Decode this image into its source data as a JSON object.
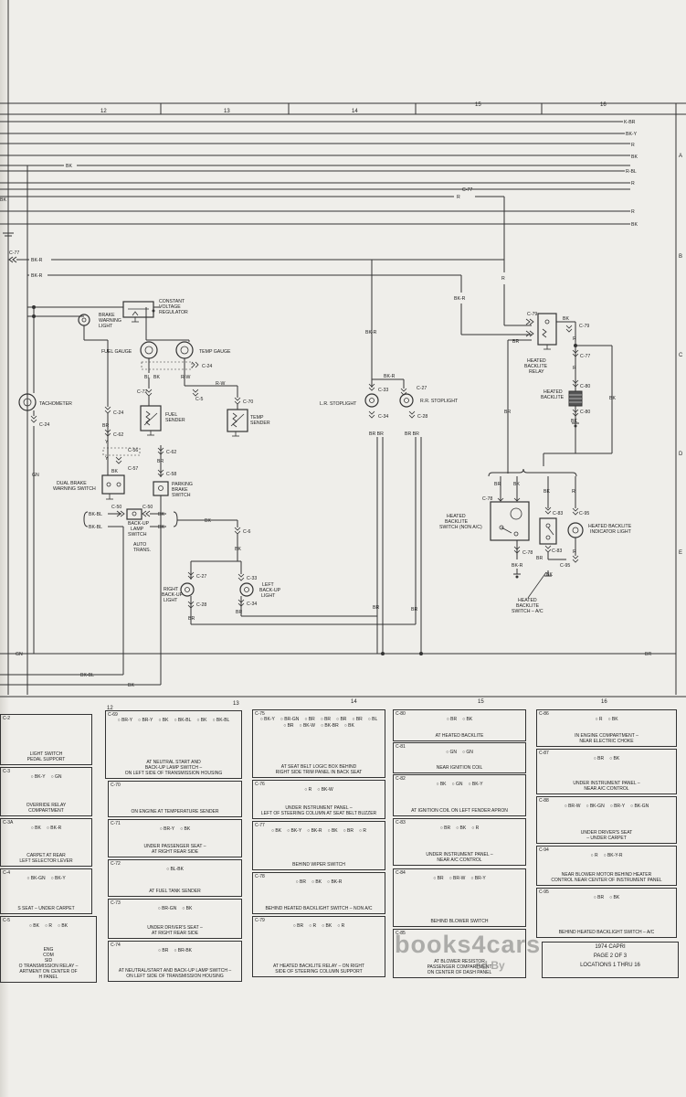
{
  "column_numbers": [
    "12",
    "13",
    "14",
    "15",
    "16"
  ],
  "bottom_column_numbers": [
    "12",
    "13",
    "14",
    "15",
    "16"
  ],
  "row_letters": [
    "A",
    "B",
    "C",
    "D",
    "E"
  ],
  "wire_labels": {
    "kbr": "K-BR",
    "bky": "BK-Y",
    "r1": "R",
    "bk1": "BK",
    "rbl": "R-BL",
    "r2": "R",
    "bk_left": "BK",
    "r_c77": "R",
    "c77_top": "C-77",
    "r3": "R",
    "bk2": "BK",
    "c77_left": "C-77",
    "bkr1": "BK-R",
    "bkr2": "BK-R",
    "bkr_v": "BK-R",
    "r_v": "R",
    "gn": "GN",
    "br_bottom": "BR",
    "gn_bottom": "GN",
    "bkbl_bottom": "BK-BL",
    "bk_bottom": "BK",
    "bk_rel": "BK",
    "bk_right": "BK",
    "br_rel": "BR",
    "br_c78": "BR"
  },
  "components": {
    "cvr": "CONSTANT\nVOLTAGE\nREGULATOR",
    "brake_light": "BRAKE\nWARNING\nLIGHT",
    "fuel_gauge": "FUEL GAUGE",
    "temp_gauge": "TEMP GAUGE",
    "tach": "TACHOMETER",
    "fuel_sender": "FUEL\nSENDER",
    "temp_sender": "TEMP\nSENDER",
    "dual_brake": "DUAL BRAKE\nWARNING SWITCH",
    "parking_brake": "PARKING\nBRAKE\nSWITCH",
    "backup_switch": "BACK-UP\nLAMP\nSWITCH",
    "auto_trans": "AUTO\nTRANS.",
    "right_backup": "RIGHT\nBACK-UP\nLIGHT",
    "left_backup": "LEFT\nBACK-UP\nLIGHT",
    "lr_stop": "L.R. STOPLIGHT",
    "rr_stop": "R.R. STOPLIGHT",
    "heated_relay": "HEATED\nBACKLITE\nRELAY",
    "heated_backlite": "HEATED\nBACKLITE",
    "hb_switch_nonac": "HEATED\nBACKLITE\nSWITCH (NON A/C)",
    "hb_indicator": "HEATED BACKLITE\nINDICATOR LIGHT",
    "hb_switch_ac": "HEATED\nBACKLITE\nSWITCH – A/C"
  },
  "connectors": {
    "c24a": "C-24",
    "c24b": "C-24",
    "c24c": "C-24",
    "c72": "C-72",
    "c5": "C-5",
    "c70": "C-70",
    "c62a": "C-62",
    "c62b": "C-62",
    "c56": "C-56",
    "c57": "C-57",
    "c58": "C-58",
    "c50a": "C-50",
    "c50b": "C-50",
    "c6": "C-6",
    "c27a": "C-27",
    "c28a": "C-28",
    "c33a": "C-33",
    "c34a": "C-34",
    "c33b": "C-33",
    "c34b": "C-34",
    "c27b": "C-27",
    "c28b": "C-28",
    "c79a": "C-79",
    "c79b": "C-79",
    "c77": "C-77",
    "c80a": "C-80",
    "c80b": "C-80",
    "c78a": "C-78",
    "c78b": "C-78",
    "c83a": "C-83",
    "c83b": "C-83",
    "c95a": "C-95",
    "c95b": "C-95"
  },
  "misc_labels": {
    "br1": "BR",
    "br2": "BR",
    "y1": "Y",
    "y2": "Y",
    "bl1": "BL",
    "bk_fg": "BK",
    "rw": "R-W",
    "rw2": "R-W",
    "bk_dbw": "BK",
    "bkbl1": "BK-BL",
    "bkbl2": "BK-BL",
    "bk_c50a": "BK",
    "bk_c50b": "BK",
    "bk_c6": "BK",
    "bk_c6b": "BK",
    "br_rb": "BR",
    "br_lb": "BR",
    "bkr_stop": "BK-R",
    "bkr_stop2": "BK-R",
    "brbr1": "BR BR",
    "brbr2": "BR BR",
    "br_lstop": "BR",
    "br_rstop": "BR",
    "bk_c79": "BK",
    "br_c79": "BR",
    "r_c79": "R",
    "r_c77": "R",
    "r_c80": "R",
    "bk_c80": "BK",
    "br_hb": "BR",
    "bk_hb": "BK",
    "bkr_c78": "BK-R",
    "bk_c83": "BK",
    "r_c95": "R",
    "br_c83": "BR",
    "r_c95b": "R",
    "bk_ac": "BK"
  },
  "locator_boxes": [
    {
      "id": "C-2",
      "lines": [
        "LIGHT SWITCH",
        "PEDAL SUPPORT"
      ],
      "pins": []
    },
    {
      "id": "C-3",
      "lines": [
        "OVERRIDE RELAY",
        "COMPARTMENT"
      ],
      "pins": [
        "BK-Y",
        "GN"
      ]
    },
    {
      "id": "C-3A",
      "lines": [
        "CARPET AT REAR",
        "LEFT SELECTOR LEVER"
      ],
      "pins": [
        "BK",
        "BK-R"
      ]
    },
    {
      "id": "C-4",
      "lines": [
        "S SEAT – UNDER CARPET"
      ],
      "pins": [
        "BK-GN",
        "BK-Y"
      ]
    },
    {
      "id": "C-5",
      "lines": [
        "ENG",
        "COM",
        "SID",
        "O TRANSMISSION RELAY –",
        "ARTMENT ON CENTER OF",
        "H PANEL"
      ],
      "pins": [
        "BK",
        "R",
        "BK"
      ]
    },
    {
      "id": "C-69",
      "lines": [
        "AT NEUTRAL START AND",
        "BACK-UP LAMP SWITCH –",
        "ON LEFT SIDE OF TRANSMISSION HOUSING"
      ],
      "pins": [
        "BR-Y",
        "BR-Y",
        "BK",
        "BK-BL",
        "BK",
        "BK-BL"
      ]
    },
    {
      "id": "C-70",
      "lines": [
        "ON ENGINE AT TEMPERATURE SENDER"
      ],
      "pins": []
    },
    {
      "id": "C-71",
      "lines": [
        "UNDER PASSENGER SEAT –",
        "AT RIGHT REAR SIDE"
      ],
      "pins": [
        "BR-Y",
        "BK"
      ]
    },
    {
      "id": "C-72",
      "lines": [
        "AT FUEL TANK SENDER"
      ],
      "pins": [
        "BL-BK"
      ]
    },
    {
      "id": "C-73",
      "lines": [
        "UNDER DRIVER'S SEAT –",
        "AT RIGHT REAR SIDE"
      ],
      "pins": [
        "BR-GN",
        "BK"
      ]
    },
    {
      "id": "C-74",
      "lines": [
        "AT NEUTRAL/START AND BACK-UP LAMP SWITCH –",
        "ON LEFT SIDE OF TRANSMISSION HOUSING"
      ],
      "pins": [
        "BR",
        "BR-BK"
      ]
    },
    {
      "id": "C-75",
      "lines": [
        "AT SEAT BELT LOGIC BOX BEHIND",
        "RIGHT SIDE TRIM PANEL IN BACK SEAT"
      ],
      "pins": [
        "BK-Y",
        "BR-GN",
        "BR",
        "BR",
        "BR",
        "BR",
        "BL",
        "BR",
        "BK-W",
        "BK-BR",
        "BK"
      ]
    },
    {
      "id": "C-76",
      "lines": [
        "UNDER INSTRUMENT PANEL –",
        "LEFT OF STEERING COLUMN AT SEAT BELT BUZZER"
      ],
      "pins": [
        "R",
        "BK-W"
      ]
    },
    {
      "id": "C-77",
      "lines": [
        "BEHIND WIPER SWITCH"
      ],
      "pins": [
        "BK",
        "BK-Y",
        "BK-R",
        "BK",
        "BR",
        "R"
      ]
    },
    {
      "id": "C-78",
      "lines": [
        "BEHIND HEATED BACKLIGHT SWITCH – NON A/C"
      ],
      "pins": [
        "BR",
        "BK",
        "BK-R"
      ]
    },
    {
      "id": "C-79",
      "lines": [
        "AT HEATED BACKLITE RELAY – ON RIGHT",
        "SIDE OF STEERING COLUMN SUPPORT"
      ],
      "pins": [
        "BR",
        "R",
        "BK",
        "R"
      ]
    },
    {
      "id": "C-80",
      "lines": [
        "AT HEATED BACKLITE"
      ],
      "pins": [
        "BR",
        "BK"
      ]
    },
    {
      "id": "C-81",
      "lines": [
        "NEAR IGNITION COIL"
      ],
      "pins": [
        "GN",
        "GN"
      ]
    },
    {
      "id": "C-82",
      "lines": [
        "AT IGNITION COIL ON LEFT FENDER APRON"
      ],
      "pins": [
        "BK",
        "GN",
        "BK-Y"
      ]
    },
    {
      "id": "C-83",
      "lines": [
        "UNDER INSTRUMENT PANEL –",
        "NEAR A/C CONTROL"
      ],
      "pins": [
        "BR",
        "BK",
        "R"
      ]
    },
    {
      "id": "C-84",
      "lines": [
        "BEHIND BLOWER SWITCH"
      ],
      "pins": [
        "BR",
        "BR-W",
        "BR-Y"
      ]
    },
    {
      "id": "C-85",
      "lines": [
        "AT BLOWER RESISTOR",
        "PASSENGER COMPARTMENT",
        "ON CENTER OF DASH PANEL"
      ],
      "pins": []
    },
    {
      "id": "C-86",
      "lines": [
        "IN ENGINE COMPARTMENT –",
        "NEAR ELECTRIC CHOKE"
      ],
      "pins": [
        "R",
        "BK"
      ]
    },
    {
      "id": "C-87",
      "lines": [
        "UNDER INSTRUMENT PANEL –",
        "NEAR A/C CONTROL"
      ],
      "pins": [
        "BR",
        "BK"
      ]
    },
    {
      "id": "C-88",
      "lines": [
        "UNDER DRIVER'S SEAT",
        "– UNDER CARPET"
      ],
      "pins": [
        "BR-W",
        "BK-GN",
        "BR-Y",
        "BK-GN"
      ]
    },
    {
      "id": "C-94",
      "lines": [
        "NEAR BLOWER MOTOR BEHIND HEATER",
        "CONTROL NEAR CENTER OF INSTRUMENT PANEL"
      ],
      "pins": [
        "R",
        "BK-Y-R"
      ]
    },
    {
      "id": "C-95",
      "lines": [
        "BEHIND HEATED BACKLIGHT SWITCH – A/C"
      ],
      "pins": [
        "BR",
        "BK"
      ]
    }
  ],
  "footer": {
    "model": "1974 CAPRI",
    "page": "PAGE 2 OF 3",
    "locations": "LOCATIONS 1 THRU 16"
  },
  "watermark": {
    "main": "books4cars",
    "sub": "ed By"
  }
}
